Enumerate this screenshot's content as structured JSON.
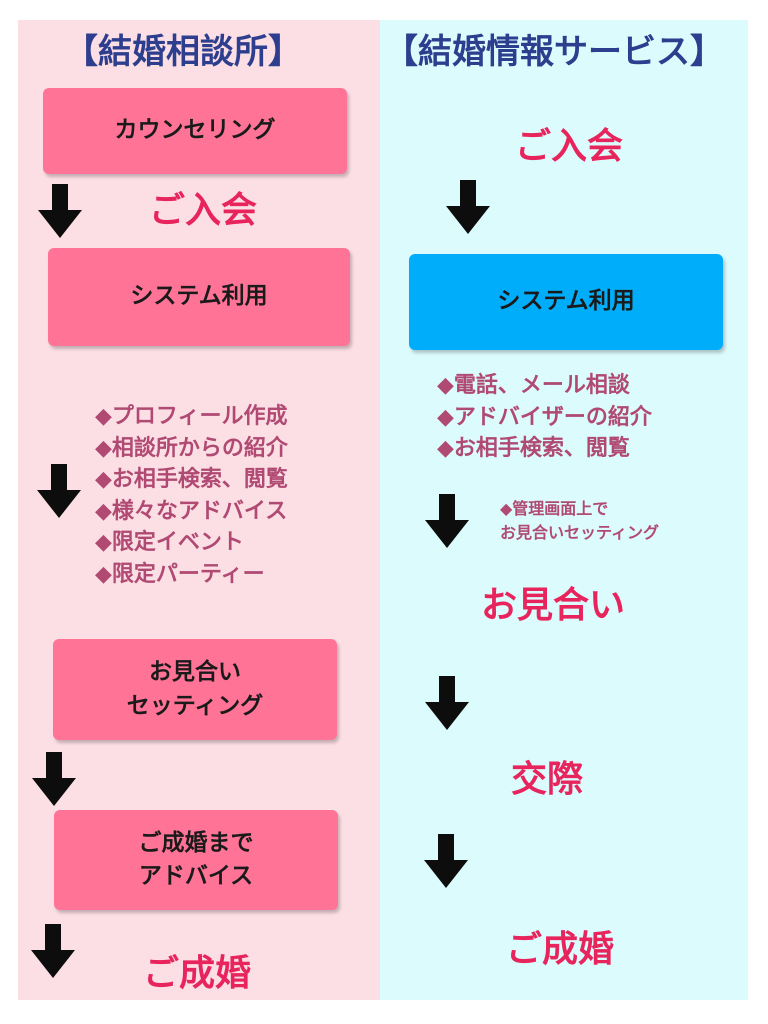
{
  "left": {
    "title": "【結婚相談所】",
    "box1": "カウンセリング",
    "join": "ご入会",
    "box2": "システム利用",
    "features": [
      "◆プロフィール作成",
      "◆相談所からの紹介",
      "◆お相手検索、閲覧",
      "◆様々なアドバイス",
      "◆限定イベント",
      "◆限定パーティー"
    ],
    "box3": "お見合い\nセッティング",
    "box4": "ご成婚まで\nアドバイス",
    "final": "ご成婚"
  },
  "right": {
    "title": "【結婚情報サービス】",
    "join": "ご入会",
    "box1": "システム利用",
    "features": [
      "◆電話、メール相談",
      "◆アドバイザーの紹介",
      "◆お相手検索、閲覧"
    ],
    "note": [
      "◆管理画面上で",
      "お見合いセッティング"
    ],
    "step1": "お見合い",
    "step2": "交際",
    "final": "ご成婚"
  },
  "colors": {
    "left_bg": "#fcdfe5",
    "right_bg": "#dcfbfd",
    "pink_box": "#ff7397",
    "blue_box": "#00adfa",
    "title": "#2e3e8e",
    "highlight": "#e8245d",
    "list_text": "#b04a73"
  },
  "icons": {
    "arrow": "down-arrow-icon"
  }
}
